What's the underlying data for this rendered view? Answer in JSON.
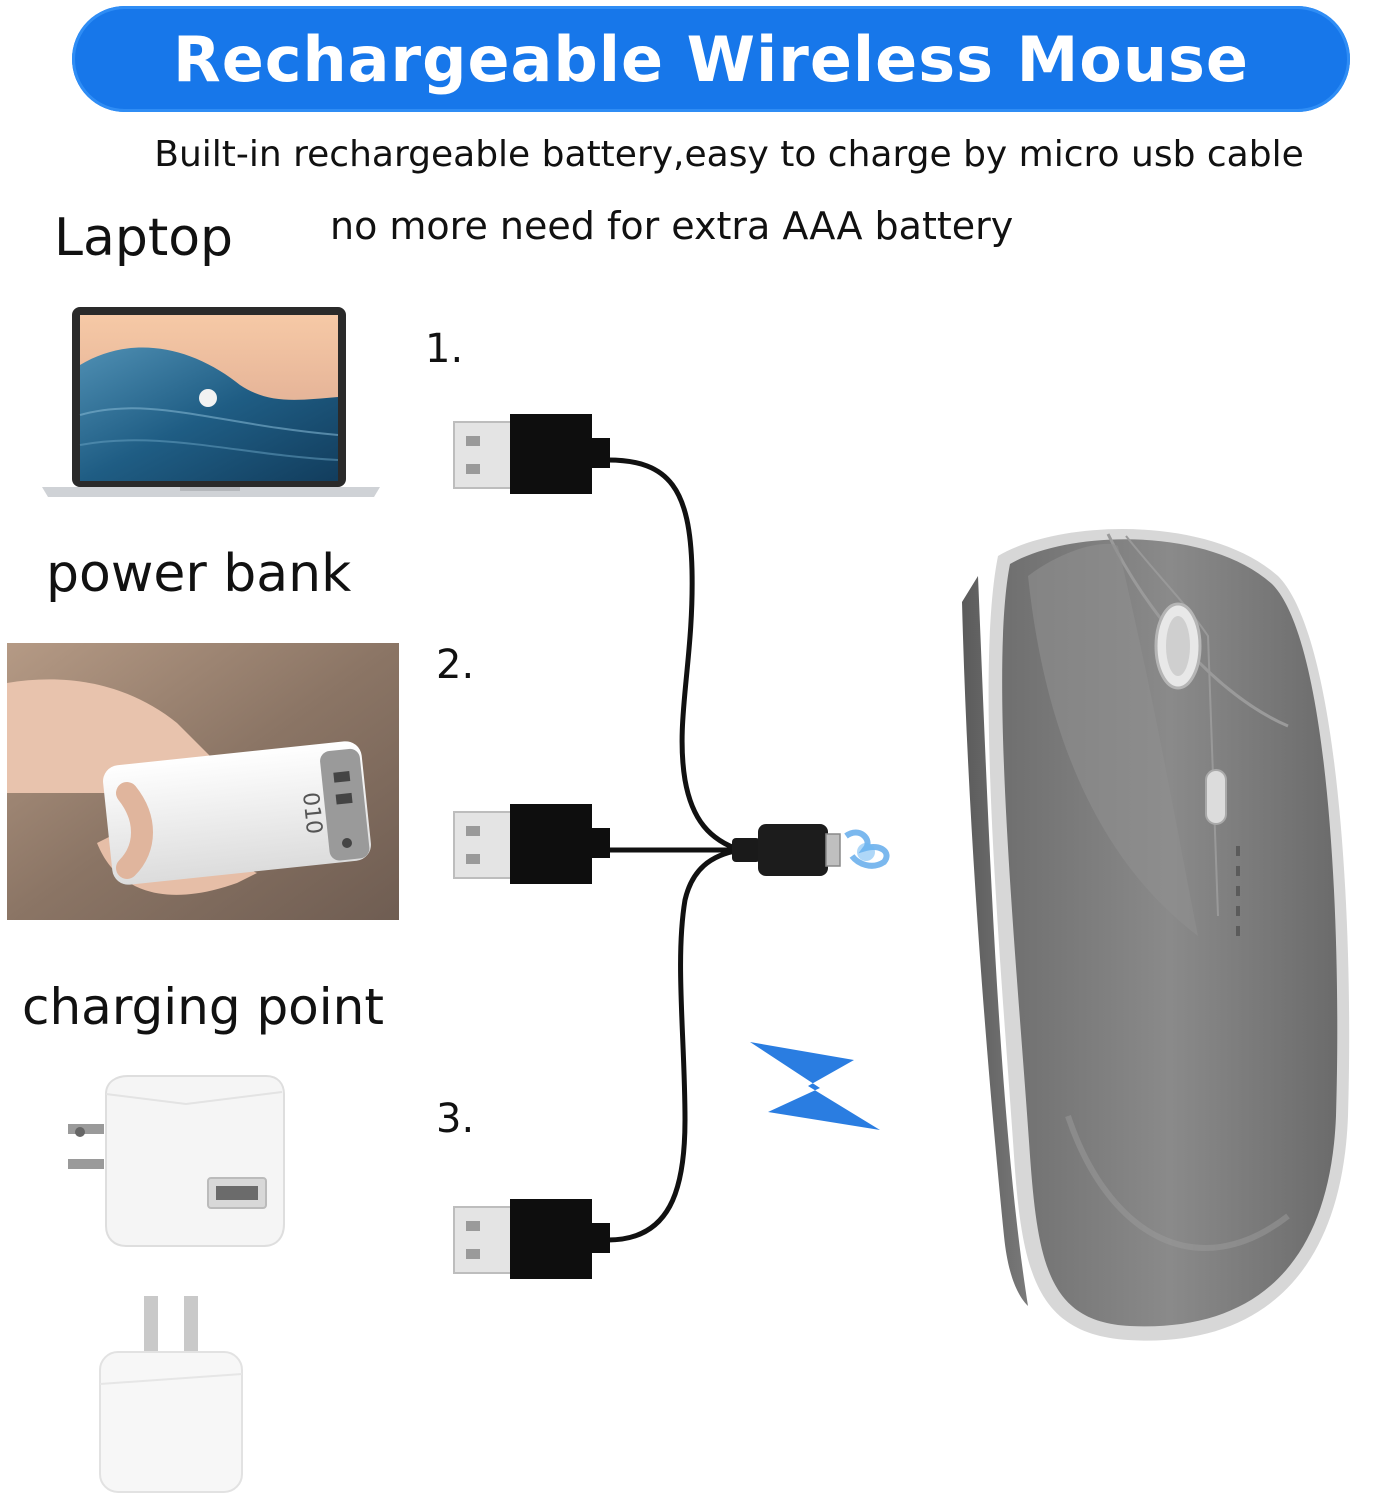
{
  "banner": {
    "title": "Rechargeable Wireless Mouse"
  },
  "description": {
    "line1": "Built-in rechargeable battery,easy to charge by micro usb cable",
    "line2": "no more need for extra AAA battery"
  },
  "sources": [
    {
      "label": "Laptop",
      "step": "1."
    },
    {
      "label": "power bank",
      "step": "2."
    },
    {
      "label": "charging point",
      "step": "3."
    }
  ],
  "power_bank_display": "010",
  "colors": {
    "banner_blue": "#1777ea",
    "mouse_gray": "#7c7c7c",
    "cable_black": "#111111",
    "spark_blue": "#2a7de1"
  }
}
